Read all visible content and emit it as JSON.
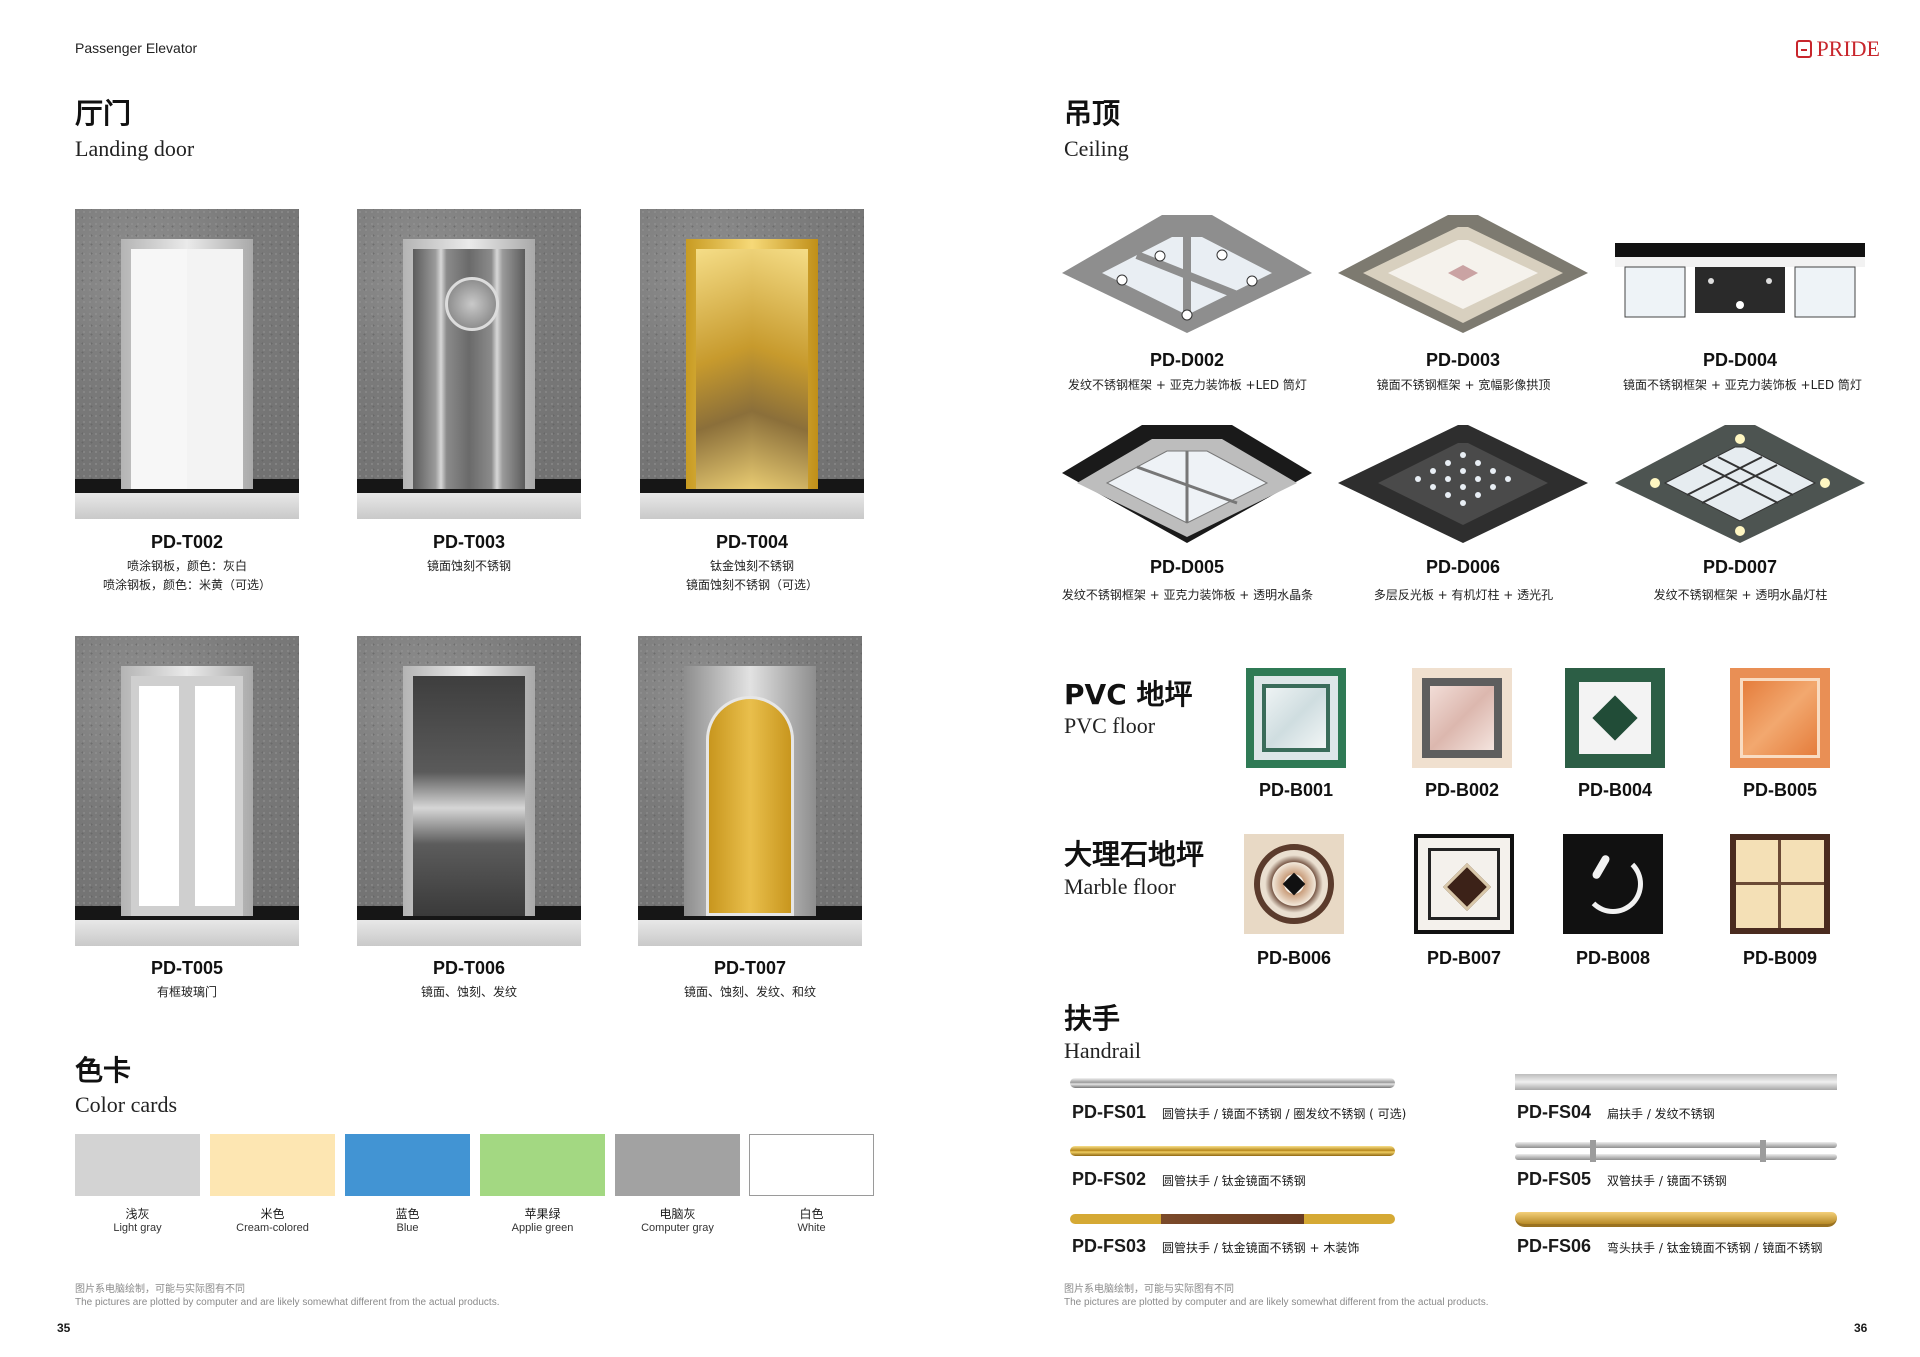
{
  "header": {
    "left_title": "Passenger Elevator",
    "logo_text": "PRIDE",
    "brand_color": "#c8262c"
  },
  "landing_door": {
    "title_cn": "厅门",
    "title_en": "Landing door",
    "items": [
      {
        "code": "PD-T002",
        "lines": [
          "喷涂钢板，颜色：灰白",
          "喷涂钢板，颜色：米黄（可选）"
        ]
      },
      {
        "code": "PD-T003",
        "lines": [
          "镜面蚀刻不锈钢"
        ]
      },
      {
        "code": "PD-T004",
        "lines": [
          "钛金蚀刻不锈钢",
          "镜面蚀刻不锈钢（可选）"
        ]
      },
      {
        "code": "PD-T005",
        "lines": [
          "有框玻璃门"
        ]
      },
      {
        "code": "PD-T006",
        "lines": [
          "镜面、蚀刻、发纹"
        ]
      },
      {
        "code": "PD-T007",
        "lines": [
          "镜面、蚀刻、发纹、和纹"
        ]
      }
    ]
  },
  "color_cards": {
    "title_cn": "色卡",
    "title_en": "Color cards",
    "items": [
      {
        "cn": "浅灰",
        "en": "Light gray",
        "color": "#d3d3d3"
      },
      {
        "cn": "米色",
        "en": "Cream-colored",
        "color": "#fde6b2"
      },
      {
        "cn": "蓝色",
        "en": "Blue",
        "color": "#4294d3"
      },
      {
        "cn": "苹果绿",
        "en": "Applie green",
        "color": "#a3d882"
      },
      {
        "cn": "电脑灰",
        "en": "Computer gray",
        "color": "#a2a2a2"
      },
      {
        "cn": "白色",
        "en": "White",
        "color": "#ffffff"
      }
    ]
  },
  "ceiling": {
    "title_cn": "吊顶",
    "title_en": "Ceiling",
    "items": [
      {
        "code": "PD-D002",
        "desc": "发纹不锈钢框架 + 亚克力装饰板 +LED 筒灯"
      },
      {
        "code": "PD-D003",
        "desc": "镜面不锈钢框架 + 宽幅影像拱顶"
      },
      {
        "code": "PD-D004",
        "desc": "镜面不锈钢框架 + 亚克力装饰板 +LED 筒灯"
      },
      {
        "code": "PD-D005",
        "desc": "发纹不锈钢框架 + 亚克力装饰板 + 透明水晶条"
      },
      {
        "code": "PD-D006",
        "desc": "多层反光板 + 有机灯柱 + 透光孔"
      },
      {
        "code": "PD-D007",
        "desc": "发纹不锈钢框架 + 透明水晶灯柱"
      }
    ]
  },
  "pvc_floor": {
    "title_cn": "PVC 地坪",
    "title_en": "PVC floor",
    "items": [
      {
        "code": "PD-B001"
      },
      {
        "code": "PD-B002"
      },
      {
        "code": "PD-B004"
      },
      {
        "code": "PD-B005"
      }
    ]
  },
  "marble_floor": {
    "title_cn": "大理石地坪",
    "title_en": "Marble floor",
    "items": [
      {
        "code": "PD-B006"
      },
      {
        "code": "PD-B007"
      },
      {
        "code": "PD-B008"
      },
      {
        "code": "PD-B009"
      }
    ]
  },
  "handrail": {
    "title_cn": "扶手",
    "title_en": "Handrail",
    "items": [
      {
        "code": "PD-FS01",
        "desc": "圆管扶手 / 镜面不锈钢 / 圈发纹不锈钢 ( 可选)"
      },
      {
        "code": "PD-FS02",
        "desc": "圆管扶手 / 钛金镜面不锈钢"
      },
      {
        "code": "PD-FS03",
        "desc": "圆管扶手 / 钛金镜面不锈钢 + 木装饰"
      },
      {
        "code": "PD-FS04",
        "desc": "扁扶手 / 发纹不锈钢"
      },
      {
        "code": "PD-FS05",
        "desc": "双管扶手 / 镜面不锈钢"
      },
      {
        "code": "PD-FS06",
        "desc": "弯头扶手 / 钛金镜面不锈钢 / 镜面不锈钢"
      }
    ]
  },
  "footer": {
    "note_cn": "图片系电脑绘制，可能与实际图有不同",
    "note_en": "The pictures are plotted by computer and are likely somewhat different from the actual products.",
    "page_left": "35",
    "page_right": "36"
  }
}
